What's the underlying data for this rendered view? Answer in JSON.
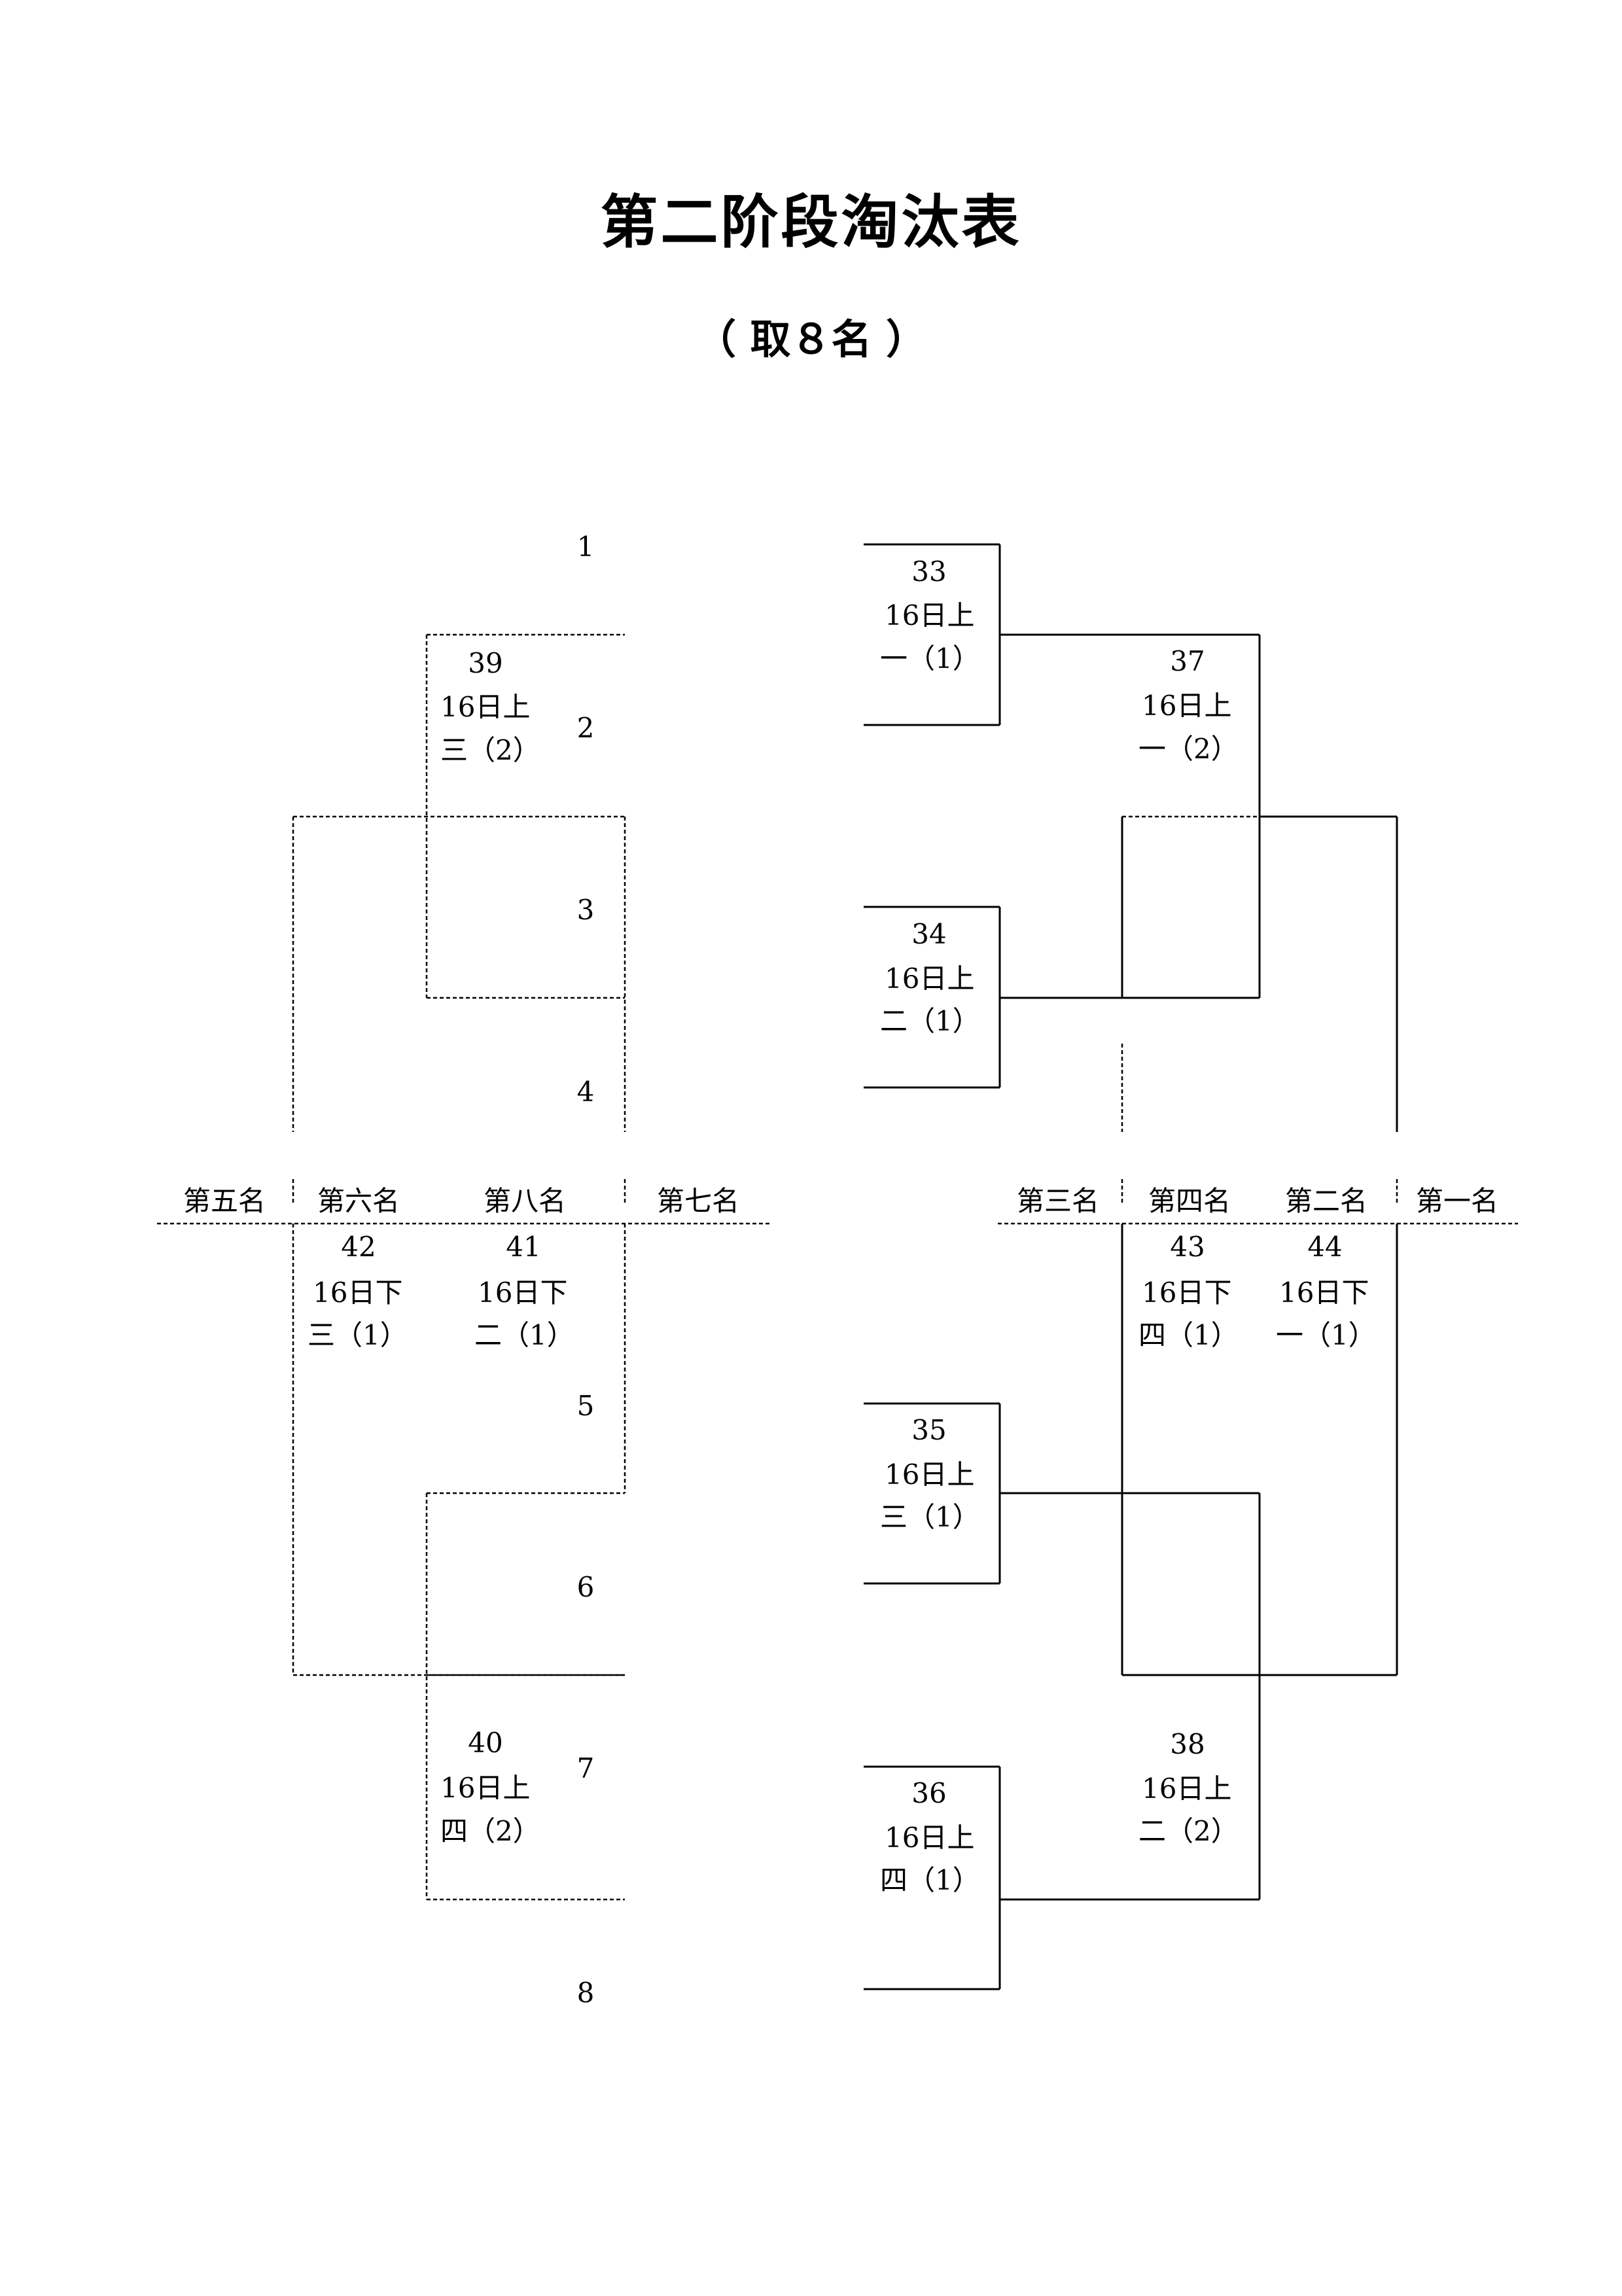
{
  "title": "第二阶段淘汰表",
  "subtitle": "（ 取８名 ）",
  "seeds": [
    "1",
    "2",
    "3",
    "4",
    "5",
    "6",
    "7",
    "8"
  ],
  "placement_headers": {
    "fifth": "第五名",
    "sixth": "第六名",
    "eighth": "第八名",
    "seventh": "第七名",
    "third": "第三名",
    "fourth": "第四名",
    "second": "第二名",
    "first": "第一名"
  },
  "matches": {
    "m33": {
      "no": "33",
      "time": "16日上",
      "ref": "一（1）"
    },
    "m34": {
      "no": "34",
      "time": "16日上",
      "ref": "二（1）"
    },
    "m35": {
      "no": "35",
      "time": "16日上",
      "ref": "三（1）"
    },
    "m36": {
      "no": "36",
      "time": "16日上",
      "ref": "四（1）"
    },
    "m37": {
      "no": "37",
      "time": "16日上",
      "ref": "一（2）"
    },
    "m38": {
      "no": "38",
      "time": "16日上",
      "ref": "二（2）"
    },
    "m39": {
      "no": "39",
      "time": "16日上",
      "ref": "三（2）"
    },
    "m40": {
      "no": "40",
      "time": "16日上",
      "ref": "四（2）"
    },
    "m41": {
      "no": "41",
      "time": "16日下",
      "ref": "二（1）"
    },
    "m42": {
      "no": "42",
      "time": "16日下",
      "ref": "三（1）"
    },
    "m43": {
      "no": "43",
      "time": "16日下",
      "ref": "四（1）"
    },
    "m44": {
      "no": "44",
      "time": "16日下",
      "ref": "一（1）"
    }
  }
}
